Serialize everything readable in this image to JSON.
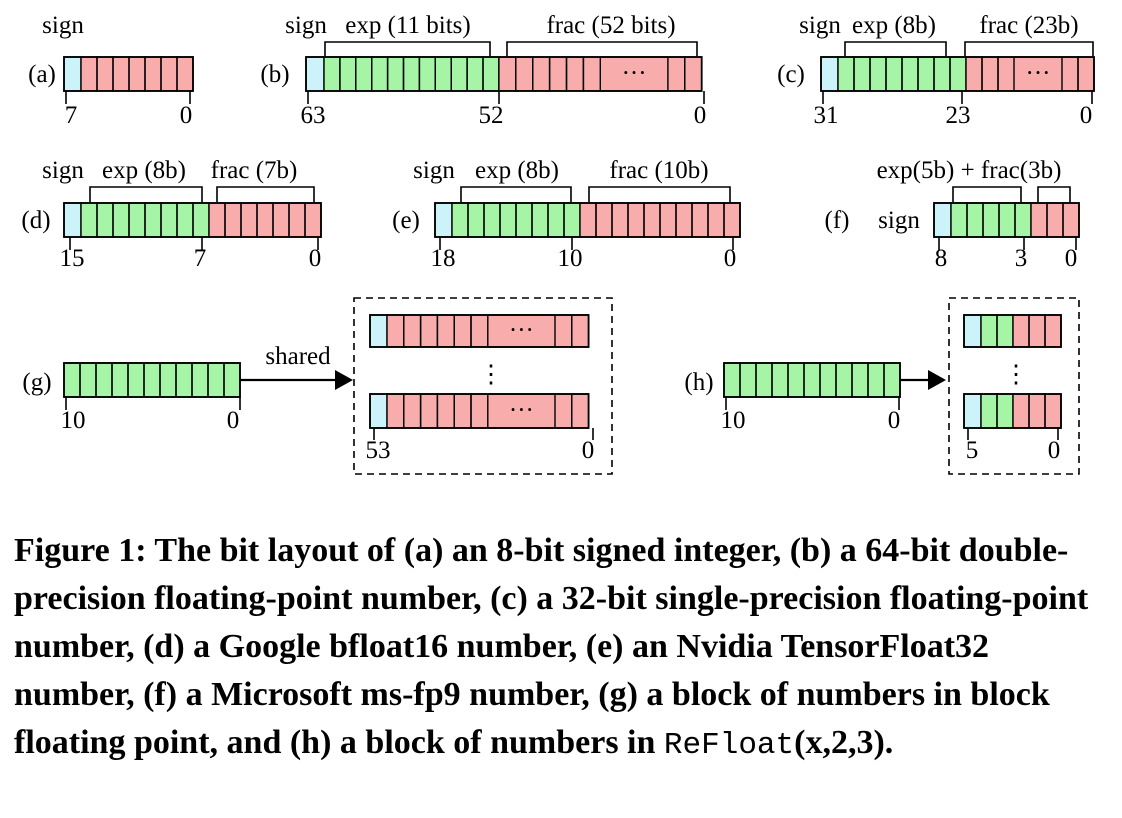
{
  "colors": {
    "sign": "#cdf3fa",
    "exp": "#a6f5a6",
    "frac": "#f8acac",
    "stroke": "#000000"
  },
  "diagram": {
    "panels": {
      "a": "(a)",
      "b": "(b)",
      "c": "(c)",
      "d": "(d)",
      "e": "(e)",
      "f": "(f)",
      "g": "(g)",
      "h": "(h)"
    },
    "labels": {
      "a_sign": "sign",
      "b_sign": "sign",
      "b_exp": "exp (11 bits)",
      "b_frac": "frac (52 bits)",
      "c_sign": "sign",
      "c_exp": "exp (8b)",
      "c_frac": "frac (23b)",
      "d_sign": "sign",
      "d_exp": "exp (8b)",
      "d_frac": "frac (7b)",
      "e_sign": "sign",
      "e_exp": "exp (8b)",
      "e_frac": "frac (10b)",
      "f_expfrac": "exp(5b) + frac(3b)",
      "f_sign": "sign",
      "g_shared": "shared"
    },
    "ellipsis": "···",
    "vdots": "⋮",
    "bit_indices": {
      "a_hi": "7",
      "a_lo": "0",
      "b_hi": "63",
      "b_mid": "52",
      "b_lo": "0",
      "c_hi": "31",
      "c_mid": "23",
      "c_lo": "0",
      "d_hi": "15",
      "d_mid": "7",
      "d_lo": "0",
      "e_hi": "18",
      "e_mid": "10",
      "e_lo": "0",
      "f_hi": "8",
      "f_mid": "3",
      "f_lo": "0",
      "g_hi": "10",
      "g_lo": "0",
      "g_blk_hi": "53",
      "g_blk_lo": "0",
      "h_hi": "10",
      "h_lo": "0",
      "h_blk_hi": "5",
      "h_blk_lo": "0"
    }
  },
  "caption": {
    "main": "Figure 1: The bit layout of (a) an 8-bit signed integer, (b) a 64-bit double-precision floating-point number, (c) a 32-bit single-precision floating-point number, (d) a Google bfloat16 number, (e) an Nvidia TensorFloat32 number, (f) a Microsoft ms-fp9 number, (g) a block of numbers in block floating point, and (h) a block of numbers in ",
    "code": "ReFloat",
    "end": "(x,2,3)."
  }
}
